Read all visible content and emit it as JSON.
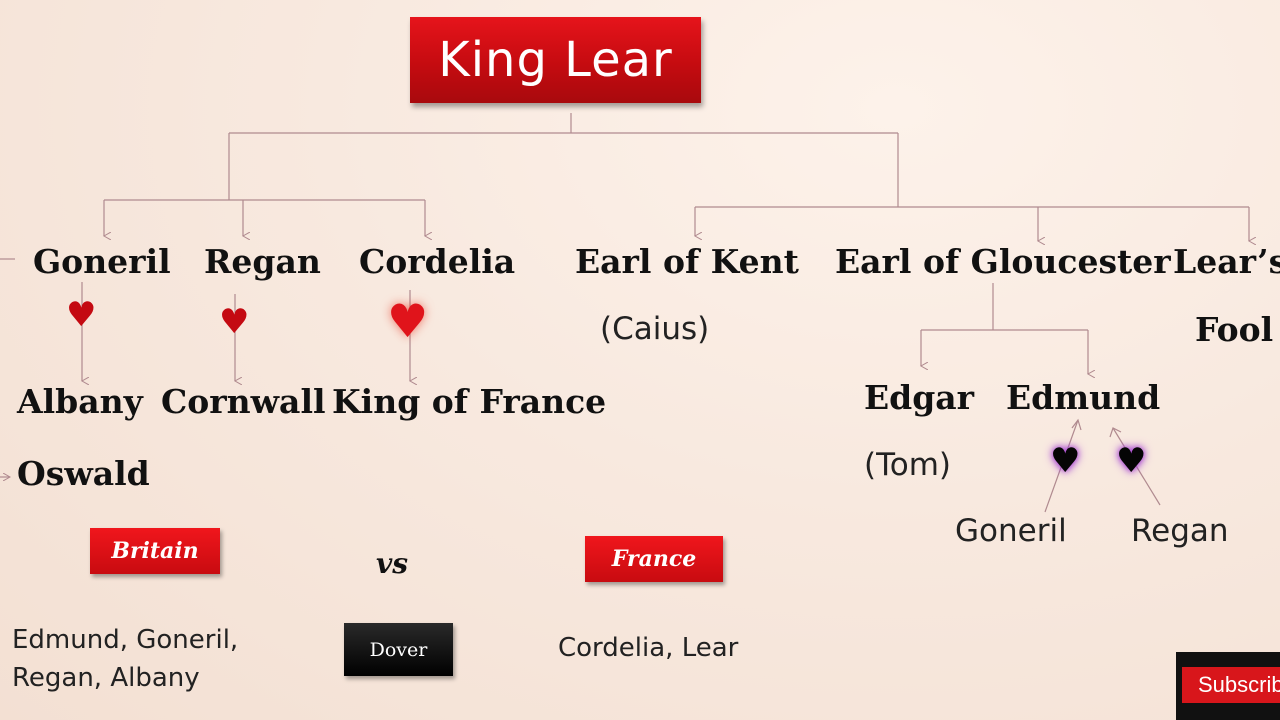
{
  "title": "King Lear",
  "characters": {
    "goneril": "Goneril",
    "regan": "Regan",
    "cordelia": "Cordelia",
    "kent": "Earl of Kent",
    "kent_alias": "(Caius)",
    "gloucester": "Earl of Gloucester",
    "fool_line1": "Lear’s",
    "fool_line2": "Fool",
    "albany": "Albany",
    "cornwall": "Cornwall",
    "king_of_france": "King of France",
    "oswald": "Oswald",
    "edgar": "Edgar",
    "edgar_alias": "(Tom)",
    "edmund": "Edmund",
    "edmund_lover_1": "Goneril",
    "edmund_lover_2": "Regan"
  },
  "sides": {
    "britain_label": "Britain",
    "vs_label": "vs",
    "france_label": "France",
    "place_label": "Dover",
    "britain_members_line1": "Edmund, Goneril,",
    "britain_members_line2": "Regan, Albany",
    "france_members": "Cordelia, Lear"
  },
  "icons": {
    "heart_red": "heart-icon",
    "heart_black": "black-heart-icon"
  },
  "colors": {
    "accent_red": "#c80b10",
    "connector": "#b08a8f",
    "heart_glow": "#a040d0"
  },
  "overlay": {
    "subscribe_label": "Subscribe"
  }
}
